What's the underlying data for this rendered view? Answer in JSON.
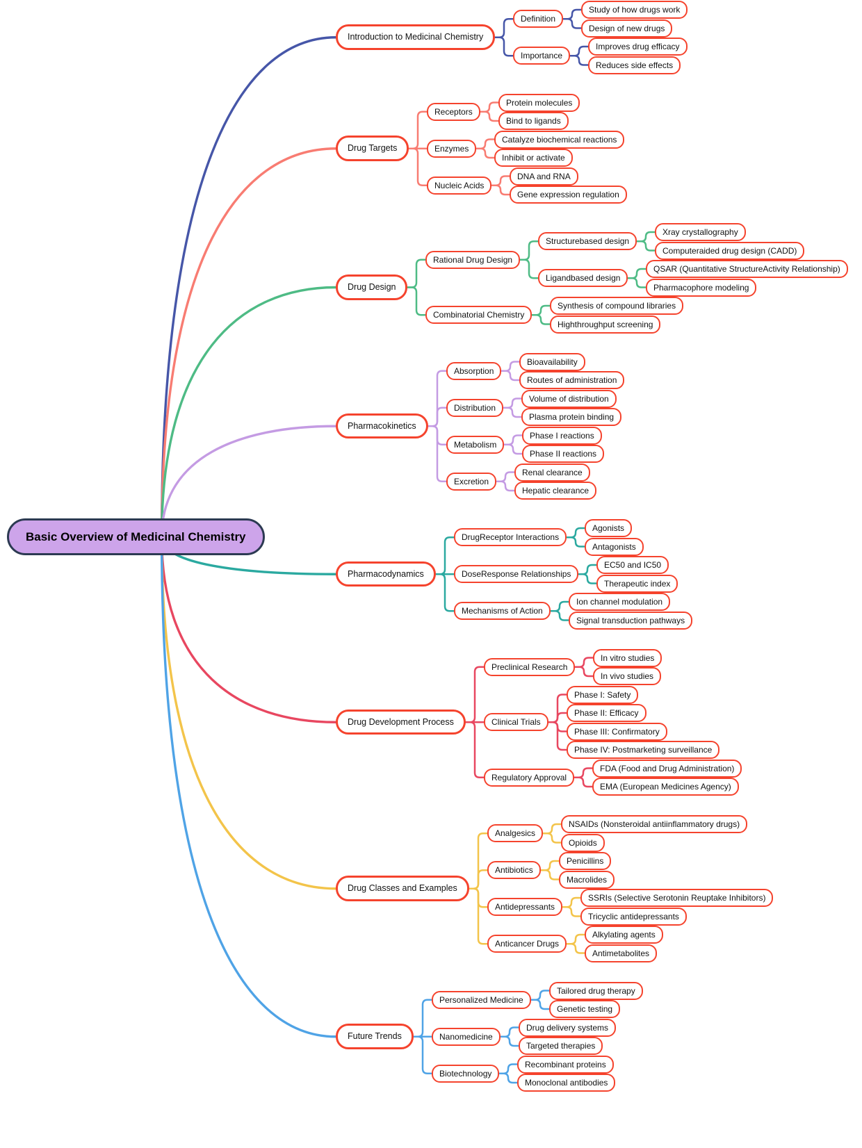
{
  "diagram": {
    "title": "Basic Overview of Medicinal Chemistry",
    "style": {
      "node_border_color": "#F5432D",
      "node_fill": "#ffffff",
      "root_fill": "#CDA4EA",
      "root_border": "#2C3A52",
      "background": "#ffffff"
    },
    "root": {
      "label": "Basic Overview of Medicinal Chemistry"
    },
    "branches": [
      {
        "label": "Introduction to Medicinal Chemistry",
        "color": "#4656A8",
        "children": [
          {
            "label": "Definition",
            "children": [
              {
                "label": "Study of how drugs work"
              },
              {
                "label": "Design of new drugs"
              }
            ]
          },
          {
            "label": "Importance",
            "children": [
              {
                "label": "Improves drug efficacy"
              },
              {
                "label": "Reduces side effects"
              }
            ]
          }
        ]
      },
      {
        "label": "Drug Targets",
        "color": "#F87C72",
        "children": [
          {
            "label": "Receptors",
            "children": [
              {
                "label": "Protein molecules"
              },
              {
                "label": "Bind to ligands"
              }
            ]
          },
          {
            "label": "Enzymes",
            "children": [
              {
                "label": "Catalyze biochemical reactions"
              },
              {
                "label": "Inhibit or activate"
              }
            ]
          },
          {
            "label": "Nucleic Acids",
            "children": [
              {
                "label": "DNA and RNA"
              },
              {
                "label": "Gene expression regulation"
              }
            ]
          }
        ]
      },
      {
        "label": "Drug Design",
        "color": "#4EBB85",
        "children": [
          {
            "label": "Rational Drug Design",
            "children": [
              {
                "label": "Structurebased design",
                "children": [
                  {
                    "label": "Xray crystallography"
                  },
                  {
                    "label": "Computeraided drug design (CADD)"
                  }
                ]
              },
              {
                "label": "Ligandbased design",
                "children": [
                  {
                    "label": "QSAR (Quantitative StructureActivity Relationship)"
                  },
                  {
                    "label": "Pharmacophore modeling"
                  }
                ]
              }
            ]
          },
          {
            "label": "Combinatorial Chemistry",
            "children": [
              {
                "label": "Synthesis of compound libraries"
              },
              {
                "label": "Highthroughput screening"
              }
            ]
          }
        ]
      },
      {
        "label": "Pharmacokinetics",
        "color": "#C49BE3",
        "children": [
          {
            "label": "Absorption",
            "children": [
              {
                "label": "Bioavailability"
              },
              {
                "label": "Routes of administration"
              }
            ]
          },
          {
            "label": "Distribution",
            "children": [
              {
                "label": "Volume of distribution"
              },
              {
                "label": "Plasma protein binding"
              }
            ]
          },
          {
            "label": "Metabolism",
            "children": [
              {
                "label": "Phase I reactions"
              },
              {
                "label": "Phase II reactions"
              }
            ]
          },
          {
            "label": "Excretion",
            "children": [
              {
                "label": "Renal clearance"
              },
              {
                "label": "Hepatic clearance"
              }
            ]
          }
        ]
      },
      {
        "label": "Pharmacodynamics",
        "color": "#2BA9A0",
        "children": [
          {
            "label": "DrugReceptor Interactions",
            "children": [
              {
                "label": "Agonists"
              },
              {
                "label": "Antagonists"
              }
            ]
          },
          {
            "label": "DoseResponse Relationships",
            "children": [
              {
                "label": "EC50 and IC50"
              },
              {
                "label": "Therapeutic index"
              }
            ]
          },
          {
            "label": "Mechanisms of Action",
            "children": [
              {
                "label": "Ion channel modulation"
              },
              {
                "label": "Signal transduction pathways"
              }
            ]
          }
        ]
      },
      {
        "label": "Drug Development Process",
        "color": "#E84760",
        "children": [
          {
            "label": "Preclinical Research",
            "children": [
              {
                "label": "In vitro studies"
              },
              {
                "label": "In vivo studies"
              }
            ]
          },
          {
            "label": "Clinical Trials",
            "children": [
              {
                "label": "Phase I: Safety"
              },
              {
                "label": "Phase II: Efficacy"
              },
              {
                "label": "Phase III: Confirmatory"
              },
              {
                "label": "Phase IV: Postmarketing surveillance"
              }
            ]
          },
          {
            "label": "Regulatory Approval",
            "children": [
              {
                "label": "FDA (Food and Drug Administration)"
              },
              {
                "label": "EMA (European Medicines Agency)"
              }
            ]
          }
        ]
      },
      {
        "label": "Drug Classes and Examples",
        "color": "#F3C44A",
        "children": [
          {
            "label": "Analgesics",
            "children": [
              {
                "label": "NSAIDs (Nonsteroidal antiinflammatory drugs)"
              },
              {
                "label": "Opioids"
              }
            ]
          },
          {
            "label": "Antibiotics",
            "children": [
              {
                "label": "Penicillins"
              },
              {
                "label": "Macrolides"
              }
            ]
          },
          {
            "label": "Antidepressants",
            "children": [
              {
                "label": "SSRIs (Selective Serotonin Reuptake Inhibitors)"
              },
              {
                "label": "Tricyclic antidepressants"
              }
            ]
          },
          {
            "label": "Anticancer Drugs",
            "children": [
              {
                "label": "Alkylating agents"
              },
              {
                "label": "Antimetabolites"
              }
            ]
          }
        ]
      },
      {
        "label": "Future Trends",
        "color": "#4FA3E6",
        "children": [
          {
            "label": "Personalized Medicine",
            "children": [
              {
                "label": "Tailored drug therapy"
              },
              {
                "label": "Genetic testing"
              }
            ]
          },
          {
            "label": "Nanomedicine",
            "children": [
              {
                "label": "Drug delivery systems"
              },
              {
                "label": "Targeted therapies"
              }
            ]
          },
          {
            "label": "Biotechnology",
            "children": [
              {
                "label": "Recombinant proteins"
              },
              {
                "label": "Monoclonal antibodies"
              }
            ]
          }
        ]
      }
    ]
  }
}
